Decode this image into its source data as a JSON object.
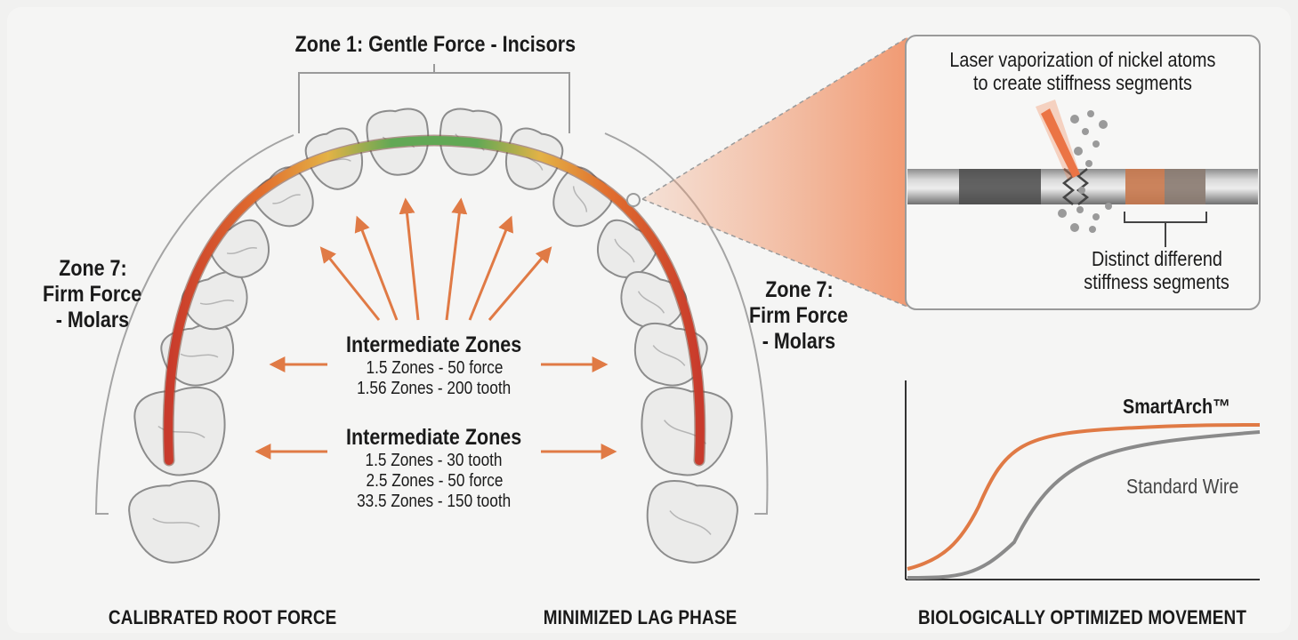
{
  "zone_top": "Zone 1: Gentle Force - Incisors",
  "zone_left": [
    "Zone 7:",
    "Firm Force",
    "- Molars"
  ],
  "zone_right": [
    "Zone 7:",
    "Firm Force",
    "- Molars"
  ],
  "intermediate_upper": {
    "title": "Intermediate Zones",
    "lines": [
      "1.5 Zones - 50 force",
      "1.56 Zones - 200 tooth"
    ]
  },
  "intermediate_lower": {
    "title": "Intermediate Zones",
    "lines": [
      "1.5 Zones - 30 tooth",
      "2.5 Zones - 50 force",
      "33.5 Zones - 150 tooth"
    ]
  },
  "callout": {
    "laser_text": [
      "Laser vaporization of nickel atoms",
      "to create stiffness segments"
    ],
    "segments_text": [
      "Distinct differend",
      "stiffness segments"
    ]
  },
  "chart": {
    "series": [
      {
        "name": "SmartArch™",
        "color": "#e07a45"
      },
      {
        "name": "Standard Wire",
        "color": "#8a8a8a"
      }
    ]
  },
  "bottom_labels": {
    "left": "CALIBRATED ROOT FORCE",
    "middle": "MINIMIZED LAG PHASE",
    "right": "BIOLOGICALLY OPTIMIZED MOVEMENT"
  },
  "colors": {
    "accent": "#e07a45",
    "arch_gentle": "#5aa552",
    "arch_mid": "#e59a3c",
    "arch_firm": "#c83a2c"
  }
}
